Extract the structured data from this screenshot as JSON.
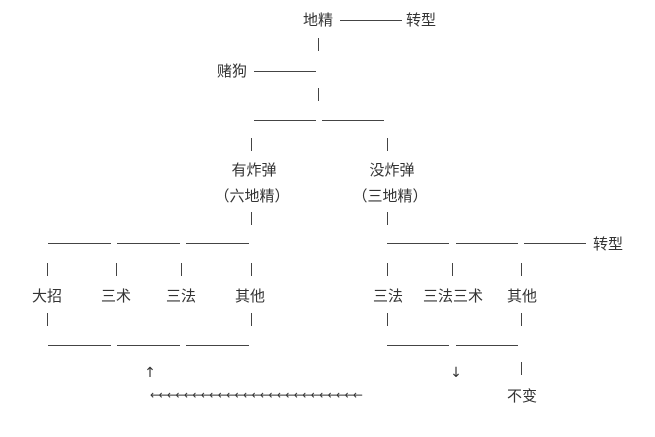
{
  "nodes": {
    "dijing": "地精",
    "zhuanxing_top": "转型",
    "dugou": "赌狗",
    "you_zhadan": "有炸弹",
    "liu_dijing": "（六地精）",
    "mei_zhadan": "没炸弹",
    "san_dijing": "（三地精）",
    "zhuanxing_right": "转型",
    "left": {
      "dazhao": "大招",
      "sanshu": "三术",
      "sanfa": "三法",
      "qita": "其他"
    },
    "right": {
      "sanfa": "三法",
      "sanfa_sanshu": "三法三术",
      "qita": "其他",
      "bubian": "不变"
    }
  },
  "arrows": {
    "up": "↑",
    "down": "↓",
    "left_row": "←←←←←←←←←←←←←←←←←←←←←←←←←"
  }
}
